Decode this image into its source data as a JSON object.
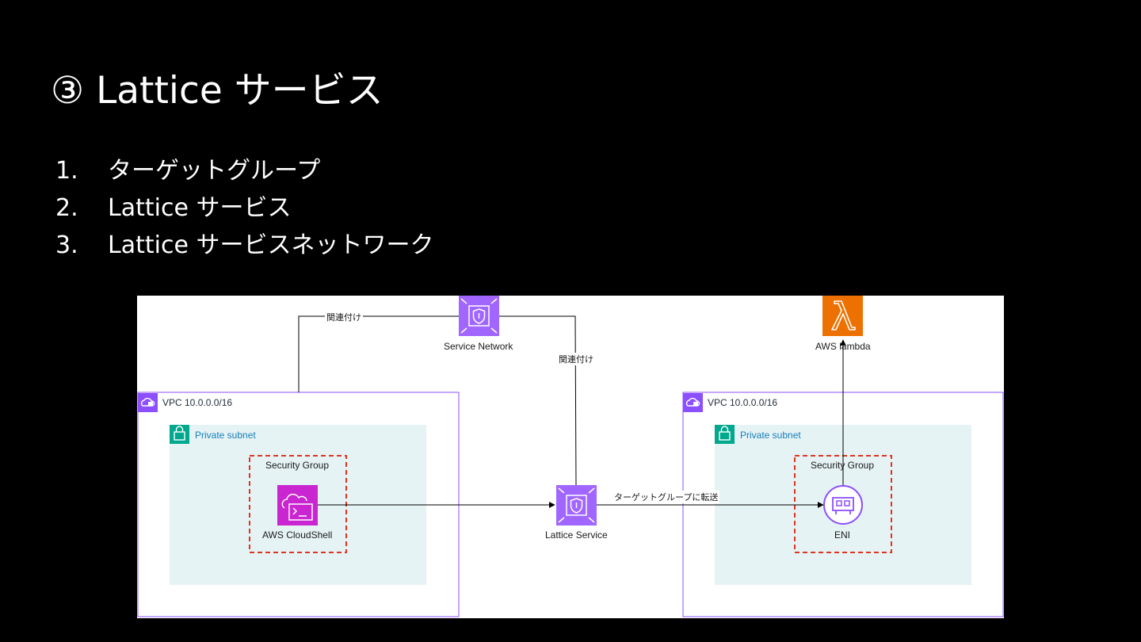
{
  "slide": {
    "title": "③ Lattice サービス",
    "steps": [
      {
        "num": "1.",
        "label": "ターゲットグループ"
      },
      {
        "num": "2.",
        "label": "Lattice サービス"
      },
      {
        "num": "3.",
        "label": "Lattice サービスネットワーク"
      }
    ]
  },
  "diagram": {
    "left_vpc": {
      "label": "VPC 10.0.0.0/16",
      "subnet": "Private subnet",
      "security_group": "Security Group",
      "resource": "AWS CloudShell"
    },
    "right_vpc": {
      "label": "VPC 10.0.0.0/16",
      "subnet": "Private subnet",
      "security_group": "Security Group",
      "resource": "ENI"
    },
    "service_network": "Service Network",
    "lattice_service": "Lattice Service",
    "lambda": "AWS lambda",
    "edge_labels": {
      "association_left": "関連付け",
      "association_right": "関連付け",
      "forward": "ターゲットグループに転送"
    }
  },
  "colors": {
    "background": "#000000",
    "vpc_border": "#8c4fff",
    "subnet_fill": "#e6f3f5",
    "subnet_accent": "#01a88d",
    "security_group_border": "#dd3522",
    "lattice_purple": "#a166ff",
    "lambda_orange": "#ed7100"
  }
}
